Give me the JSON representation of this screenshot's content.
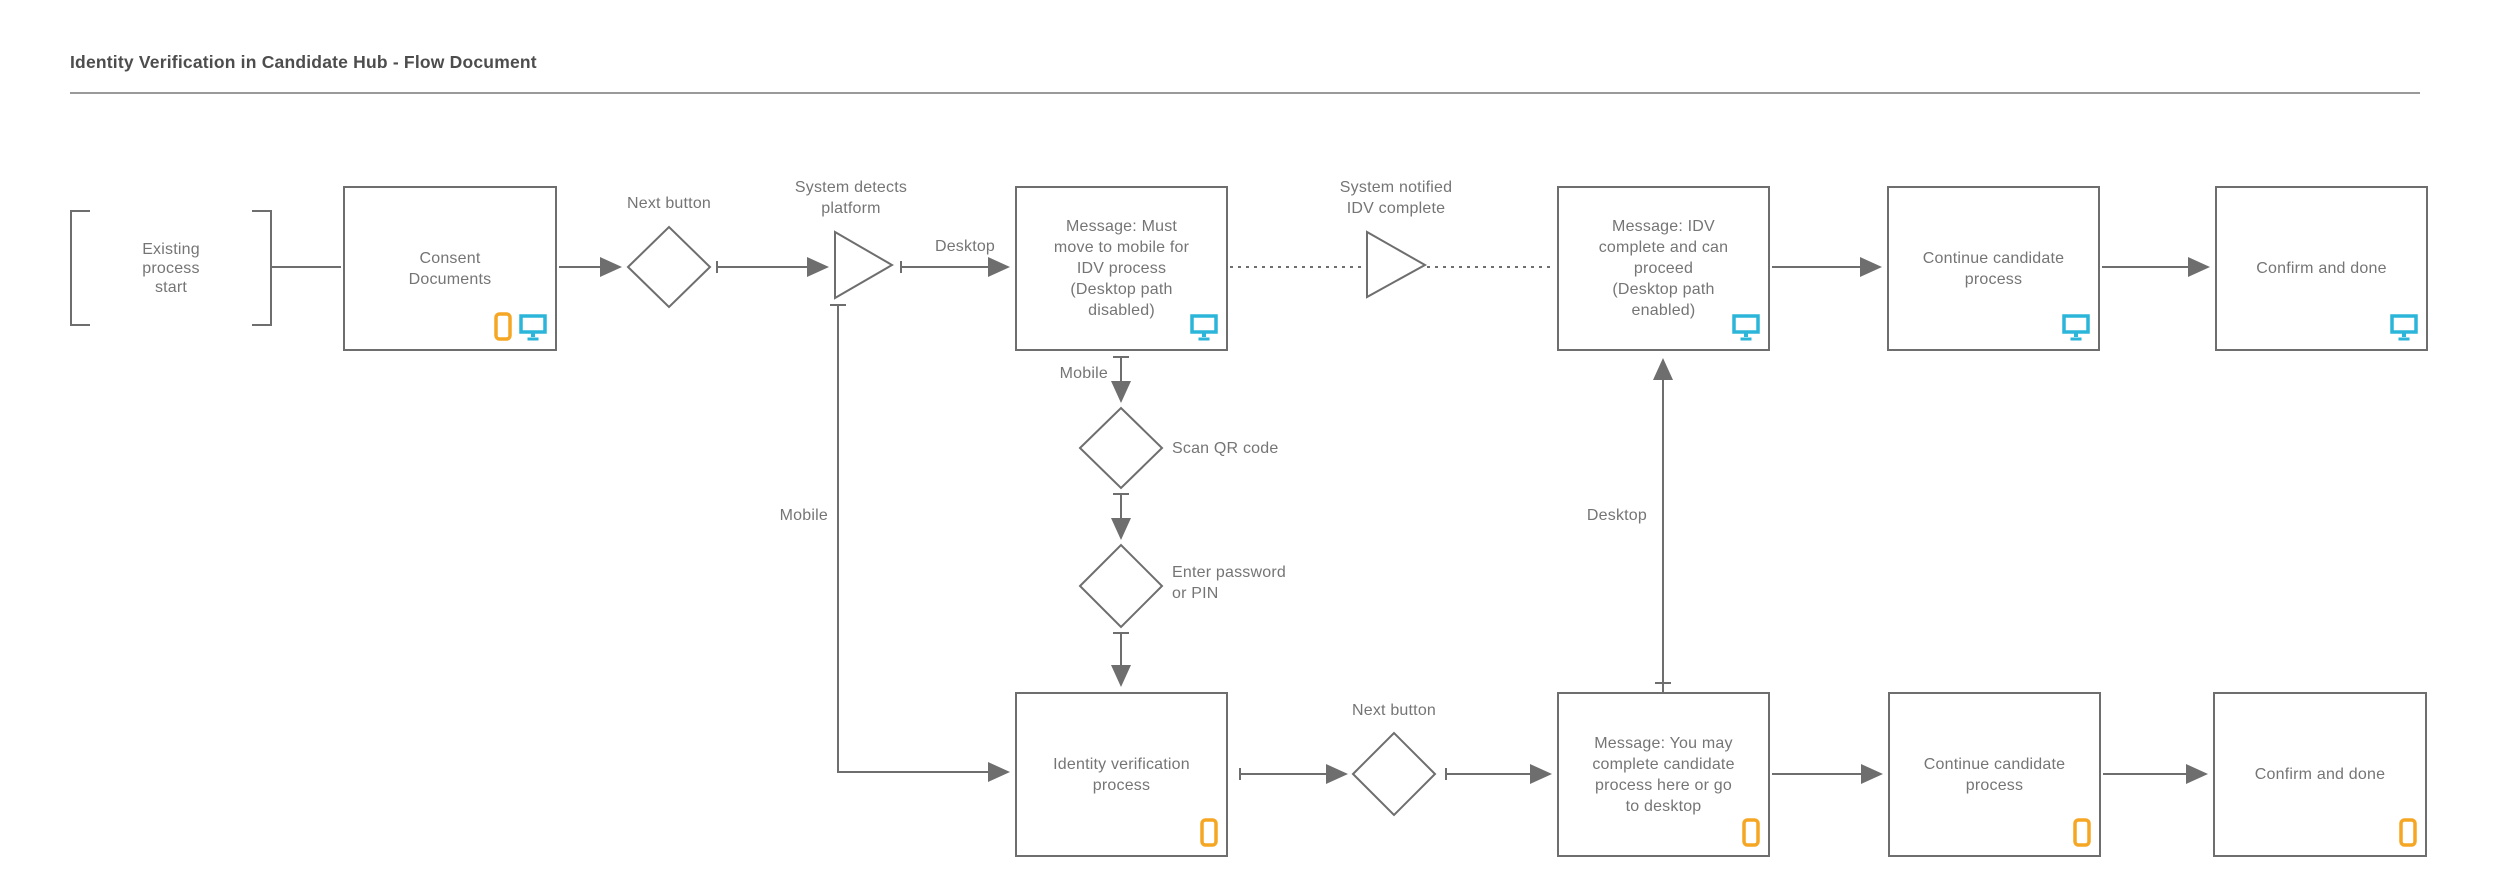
{
  "title": "Identity Verification in Candidate Hub - Flow Document",
  "colors": {
    "line": "#6e6e6e",
    "text": "#757575",
    "title_text": "#4d4d4d",
    "mobile_orange": "#F5A623",
    "desktop_cyan": "#2BB5D8"
  },
  "boxes": {
    "start": "Existing\nprocess\nstart",
    "consent": "Consent\nDocuments",
    "msg_must_move": "Message: Must\nmove to mobile for\nIDV process\n(Desktop path\ndisabled)",
    "msg_idv_complete": "Message: IDV\ncomplete and can\nproceed\n(Desktop path\nenabled)",
    "continue_top": "Continue candidate\nprocess",
    "confirm_top": "Confirm and done",
    "idv_process": "Identity verification\nprocess",
    "msg_you_may": "Message: You may\ncomplete candidate\nprocess here or go\nto desktop",
    "continue_bottom": "Continue candidate\nprocess",
    "confirm_bottom": "Confirm and done"
  },
  "labels": {
    "next_button_top": "Next button",
    "system_detects": "System detects\nplatform",
    "desktop_branch": "Desktop",
    "system_notified": "System notified\nIDV complete",
    "mobile_branch_drop": "Mobile",
    "scan_qr": "Scan QR code",
    "enter_password": "Enter password\nor PIN",
    "mobile_branch_left": "Mobile",
    "desktop_return": "Desktop",
    "next_button_bottom": "Next button"
  },
  "icons": {
    "mobile": "smartphone-icon",
    "desktop": "monitor-icon"
  }
}
